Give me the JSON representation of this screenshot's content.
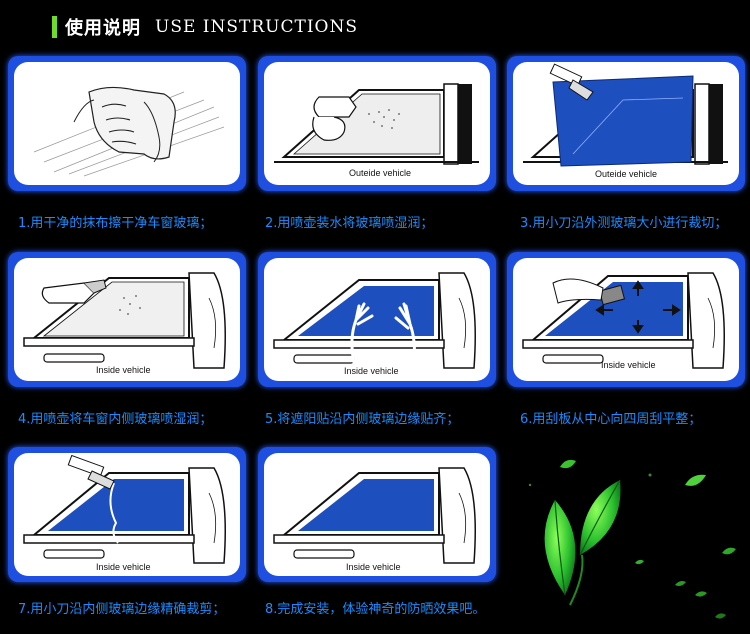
{
  "header": {
    "title_cn": "使用说明",
    "title_en": "USE INSTRUCTIONS"
  },
  "steps": [
    {
      "caption": "1.用干净的抹布擦干净车窗玻璃；",
      "label": ""
    },
    {
      "caption": "2.用喷壶装水将玻璃喷湿润；",
      "label": "Outeide vehicle"
    },
    {
      "caption": "3.用小刀沿外测玻璃大小进行裁切；",
      "label": "Outeide vehicle"
    },
    {
      "caption": "4.用喷壶将车窗内侧玻璃喷湿润；",
      "label": "Inside vehicle"
    },
    {
      "caption": "5.将遮阳贴沿内侧玻璃边缘贴齐；",
      "label": "Inside vehicle"
    },
    {
      "caption": "6.用刮板从中心向四周刮平整；",
      "label": "Inside vehicle"
    },
    {
      "caption": "7.用小刀沿内侧玻璃边缘精确裁剪；",
      "label": "Inside vehicle"
    },
    {
      "caption": "8.完成安装，体验神奇的防晒效果吧。",
      "label": "Inside vehicle"
    }
  ],
  "colors": {
    "accent_green": "#6fdc2a",
    "panel_blue": "#1f4fe0",
    "caption_blue": "#1a8cff",
    "film_blue": "#1e4fbf"
  }
}
